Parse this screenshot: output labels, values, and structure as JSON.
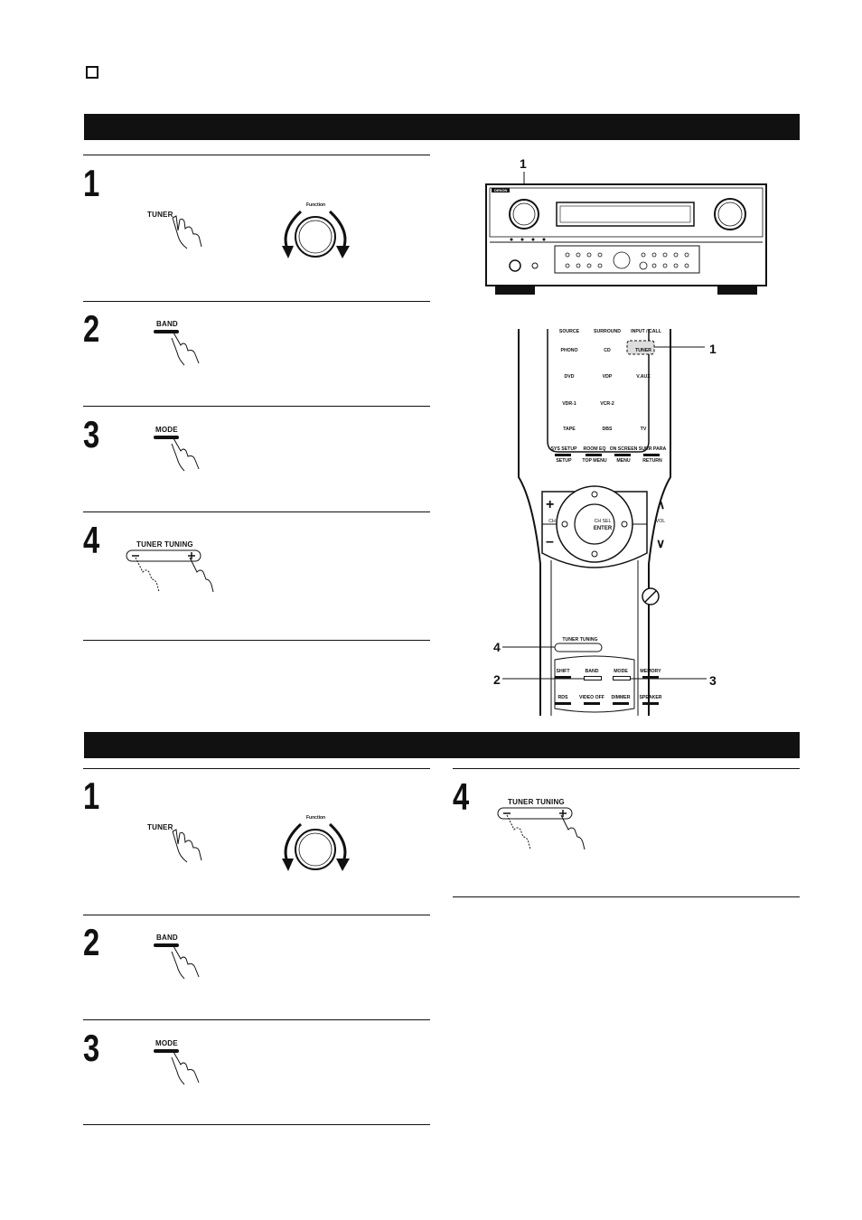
{
  "sections": [
    {
      "steps": [
        {
          "number": "1",
          "labels": [
            "TUNER"
          ],
          "knob_label": "Function"
        },
        {
          "number": "2",
          "labels": [
            "BAND"
          ]
        },
        {
          "number": "3",
          "labels": [
            "MODE"
          ]
        },
        {
          "number": "4",
          "labels": [
            "TUNER TUNING"
          ]
        }
      ]
    },
    {
      "steps": [
        {
          "number": "1",
          "labels": [
            "TUNER"
          ],
          "knob_label": "Function"
        },
        {
          "number": "2",
          "labels": [
            "BAND"
          ]
        },
        {
          "number": "3",
          "labels": [
            "MODE"
          ]
        },
        {
          "number": "4",
          "labels": [
            "TUNER TUNING"
          ]
        }
      ]
    }
  ],
  "receiver": {
    "callout": "1",
    "brand": "DENON"
  },
  "remote": {
    "source_rows": [
      [
        "SOURCE",
        "SURROUND",
        "INPUT / CALL"
      ],
      [
        "PHONO",
        "CD",
        "TUNER"
      ],
      [
        "DVD",
        "VDP",
        "V.AUX"
      ],
      [
        "VDR-1",
        "VCR-2",
        ""
      ],
      [
        "TAPE",
        "DBS",
        "TV"
      ]
    ],
    "setup_top": [
      "SYS SETUP",
      "ROOM EQ",
      "ON SCREEN",
      "SURR PARA"
    ],
    "setup_bottom": [
      "SETUP",
      "TOP MENU",
      "MENU",
      "RETURN"
    ],
    "ch_label": "CH",
    "vol_label": "VOL",
    "center_top": "CH SEL",
    "center_bottom": "ENTER",
    "tuning_label": "TUNER TUNING",
    "row1": [
      "SHIFT",
      "BAND",
      "MODE",
      "MEMORY"
    ],
    "row2": [
      "RDS",
      "VIDEO OFF",
      "DIMMER",
      "SPEAKER"
    ],
    "callouts": {
      "tuner": "1",
      "tuning": "4",
      "band": "2",
      "mode": "3"
    }
  }
}
